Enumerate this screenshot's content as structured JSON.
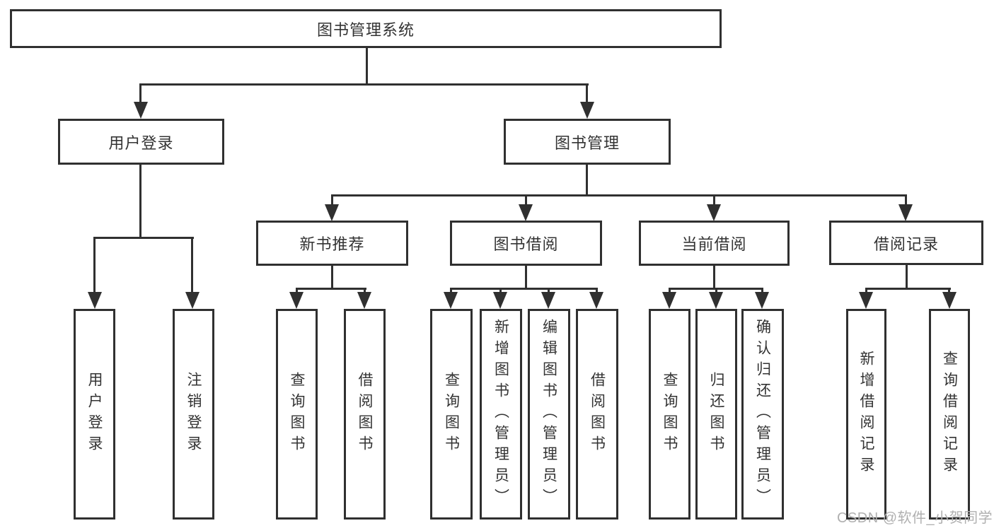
{
  "colors": {
    "line": "#303030",
    "text": "#333333",
    "watermark": "#b0b0b0",
    "background": "#ffffff"
  },
  "watermark": {
    "text": "CSDN @软件_小贺同学"
  },
  "tree": {
    "root": {
      "label": "图书管理系统"
    },
    "level2": [
      {
        "label": "用户登录",
        "children": [
          {
            "label": "用户登录"
          },
          {
            "label": "注销登录"
          }
        ]
      },
      {
        "label": "图书管理",
        "children": [
          {
            "label": "新书推荐",
            "children": [
              {
                "label": "查询图书"
              },
              {
                "label": "借阅图书"
              }
            ]
          },
          {
            "label": "图书借阅",
            "children": [
              {
                "label": "查询图书"
              },
              {
                "label": "新增图书（管理员）"
              },
              {
                "label": "编辑图书（管理员）"
              },
              {
                "label": "借阅图书"
              }
            ]
          },
          {
            "label": "当前借阅",
            "children": [
              {
                "label": "查询图书"
              },
              {
                "label": "归还图书"
              },
              {
                "label": "确认归还（管理员）"
              }
            ]
          },
          {
            "label": "借阅记录",
            "children": [
              {
                "label": "新增借阅记录"
              },
              {
                "label": "查询借阅记录"
              }
            ]
          }
        ]
      }
    ]
  }
}
